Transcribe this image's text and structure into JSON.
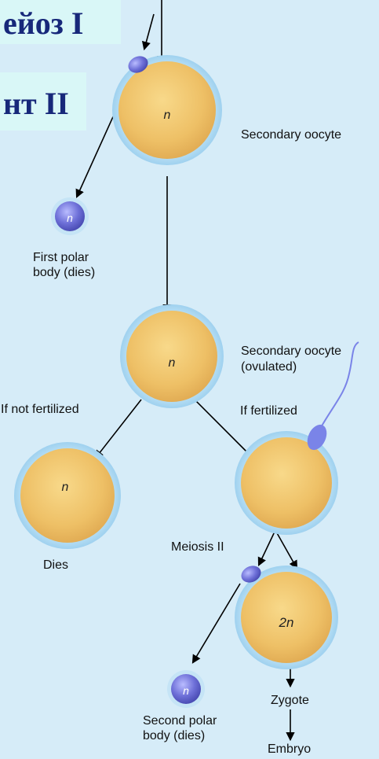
{
  "header": {
    "title_meiosis1": "ейоз I",
    "title_fragment2": "нт II"
  },
  "cells": {
    "secondary_oocyte_top": "n",
    "first_polar_body": "n",
    "secondary_oocyte_ovulated": "n",
    "unfertilized": "n",
    "zygote": "2n",
    "second_polar_body": "n"
  },
  "labels": {
    "secondary_oocyte": "Secondary oocyte",
    "first_polar_body_line1": "First polar",
    "first_polar_body_line2": "body (dies)",
    "secondary_oocyte_ovulated_line1": "Secondary oocyte",
    "secondary_oocyte_ovulated_line2": "(ovulated)",
    "if_not_fertilized": "If not fertilized",
    "if_fertilized": "If fertilized",
    "dies": "Dies",
    "meiosis_ii": "Meiosis II",
    "second_polar_body_line1": "Second polar",
    "second_polar_body_line2": "body (dies)",
    "zygote": "Zygote",
    "embryo": "Embryo"
  },
  "colors": {
    "background": "#d6ecf8",
    "title_text": "#17287a",
    "title_box": "#d9f7f7",
    "cell_fill": "#f2c66b",
    "cell_halo": "#a9d8f3",
    "polar_body": "#6c6ed6",
    "sperm": "#7a84e8"
  }
}
